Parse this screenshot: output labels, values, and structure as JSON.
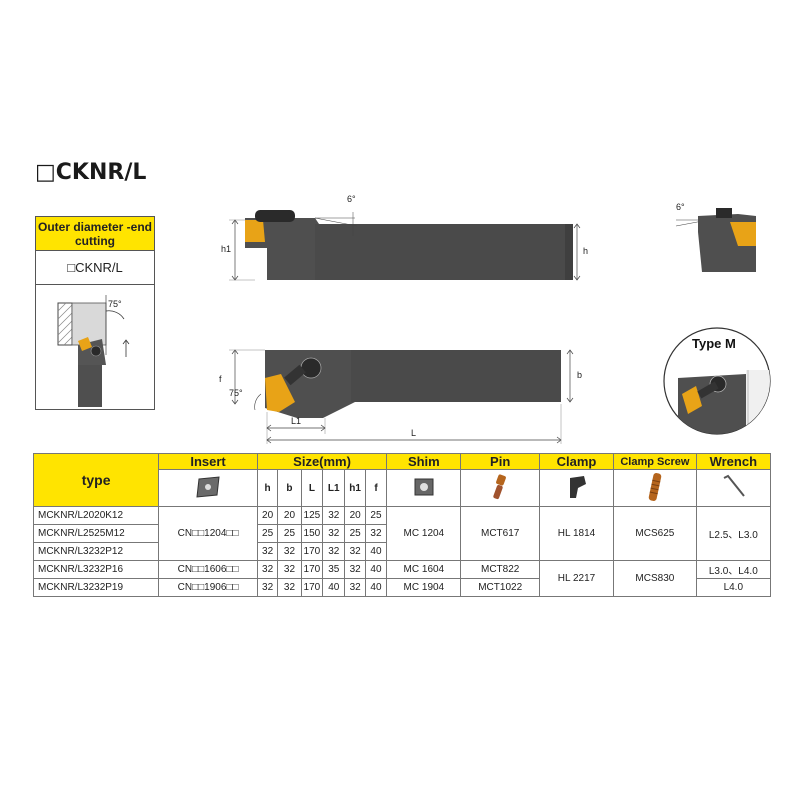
{
  "title": "□CKNR/L",
  "side_panel": {
    "heading": "Outer diameter -end cutting",
    "code": "□CKNR/L",
    "angle_label": "75°"
  },
  "top_view": {
    "angle_label": "6°",
    "h1_label": "h1",
    "h_label": "h"
  },
  "end_view": {
    "angle_label": "6°"
  },
  "plan_view": {
    "f_label": "f",
    "angle_label": "75°",
    "b_label": "b",
    "l1_label": "L1",
    "l_label": "L"
  },
  "type_m": {
    "label": "Type M"
  },
  "table": {
    "headers": {
      "type": "type",
      "insert": "Insert",
      "size": "Size(mm)",
      "shim": "Shim",
      "pin": "Pin",
      "clamp": "Clamp",
      "clamp_screw": "Clamp Screw",
      "wrench": "Wrench"
    },
    "size_columns": [
      "h",
      "b",
      "L",
      "L1",
      "h1",
      "f"
    ],
    "rows": [
      {
        "model": "MCKNR/L2020K12",
        "h": "20",
        "b": "20",
        "L": "125",
        "L1": "32",
        "h1": "20",
        "f": "25"
      },
      {
        "model": "MCKNR/L2525M12",
        "h": "25",
        "b": "25",
        "L": "150",
        "L1": "32",
        "h1": "25",
        "f": "32"
      },
      {
        "model": "MCKNR/L3232P12",
        "h": "32",
        "b": "32",
        "L": "170",
        "L1": "32",
        "h1": "32",
        "f": "40"
      },
      {
        "model": "MCKNR/L3232P16",
        "h": "32",
        "b": "32",
        "L": "170",
        "L1": "35",
        "h1": "32",
        "f": "40"
      },
      {
        "model": "MCKNR/L3232P19",
        "h": "32",
        "b": "32",
        "L": "170",
        "L1": "40",
        "h1": "32",
        "f": "40"
      }
    ],
    "inserts": [
      "CN□□1204□□",
      "CN□□1606□□",
      "CN□□1906□□"
    ],
    "shims": [
      "MC 1204",
      "MC 1604",
      "MC 1904"
    ],
    "pins": [
      "MCT617",
      "MCT822",
      "MCT1022"
    ],
    "clamps": [
      "HL 1814",
      "HL 2217"
    ],
    "clamp_screws": [
      "MCS625",
      "MCS830"
    ],
    "wrenches": [
      "L2.5、L3.0",
      "L3.0、L4.0",
      "L4.0"
    ]
  },
  "colors": {
    "header_yellow": "#ffe400",
    "tool_body": "#4f4f4f",
    "insert_gold": "#e8a317"
  }
}
